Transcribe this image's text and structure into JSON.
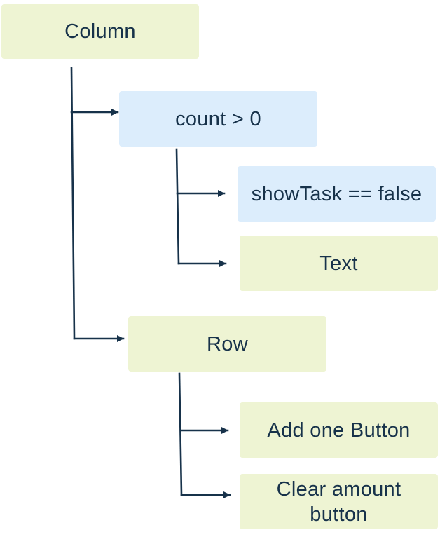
{
  "diagram": {
    "nodes": {
      "column": {
        "label": "Column",
        "color": "#eef4d3"
      },
      "count_condition": {
        "label": "count > 0",
        "color": "#dcedfc"
      },
      "show_task_condition": {
        "label": "showTask == false",
        "color": "#dcedfc"
      },
      "text": {
        "label": "Text",
        "color": "#eef4d3"
      },
      "row": {
        "label": "Row",
        "color": "#eef4d3"
      },
      "add_one_button": {
        "label": "Add one Button",
        "color": "#eef4d3"
      },
      "clear_amount_button": {
        "label": "Clear amount\nbutton",
        "color": "#eef4d3"
      }
    },
    "edges": [
      {
        "from": "column",
        "to": "count_condition"
      },
      {
        "from": "column",
        "to": "row"
      },
      {
        "from": "count_condition",
        "to": "show_task_condition"
      },
      {
        "from": "count_condition",
        "to": "text"
      },
      {
        "from": "row",
        "to": "add_one_button"
      },
      {
        "from": "row",
        "to": "clear_amount_button"
      }
    ],
    "connector_color": "#17324a"
  }
}
